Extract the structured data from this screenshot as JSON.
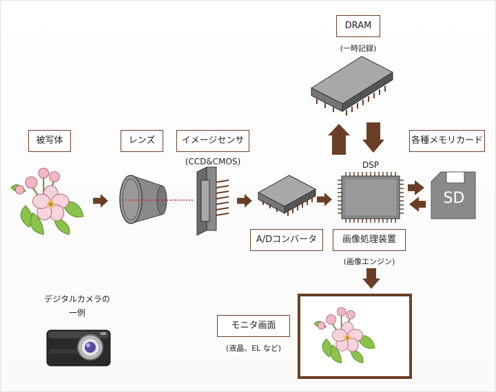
{
  "diagram": {
    "title": "デジタルカメラの画像処理の流れ",
    "colors": {
      "accent": "#6b3e26",
      "chip": "#8a8a8a",
      "chip_dark": "#555555",
      "chip_top": "#a8a8a8",
      "leaf": "#8bc34a",
      "petal": "#f7d4dc",
      "beam": "#cc2222"
    },
    "nodes": {
      "subject": {
        "label": "被写体",
        "icon": "flower-icon"
      },
      "lens": {
        "label": "レンズ",
        "icon": "lens-icon"
      },
      "sensor": {
        "label": "イメージセンサ",
        "sub": "(CCD&CMOS)",
        "icon": "image-sensor-icon"
      },
      "adc": {
        "label": "A/Dコンバータ",
        "icon": "chip-icon"
      },
      "dsp": {
        "label": "画像処理装置",
        "sub": "(画像エンジン)",
        "chip_text": "DSP",
        "icon": "processor-icon"
      },
      "dram": {
        "label": "DRAM",
        "sub": "(一時記録)",
        "icon": "memory-chip-icon"
      },
      "card": {
        "label": "各種メモリカード",
        "card_text": "SD",
        "icon": "sd-card-icon"
      },
      "monitor": {
        "label": "モニタ画面",
        "sub": "(液晶、EL など)",
        "icon": "monitor-icon"
      }
    },
    "camera_example": {
      "line1": "デジタルカメラの",
      "line2": "一例",
      "icon": "camera-icon"
    },
    "flow": [
      [
        "subject",
        "lens"
      ],
      [
        "lens",
        "sensor"
      ],
      [
        "sensor",
        "adc"
      ],
      [
        "adc",
        "dsp"
      ],
      [
        "dsp",
        "dram"
      ],
      [
        "dram",
        "dsp"
      ],
      [
        "dsp",
        "card"
      ],
      [
        "card",
        "dsp"
      ],
      [
        "dsp",
        "monitor"
      ]
    ]
  }
}
